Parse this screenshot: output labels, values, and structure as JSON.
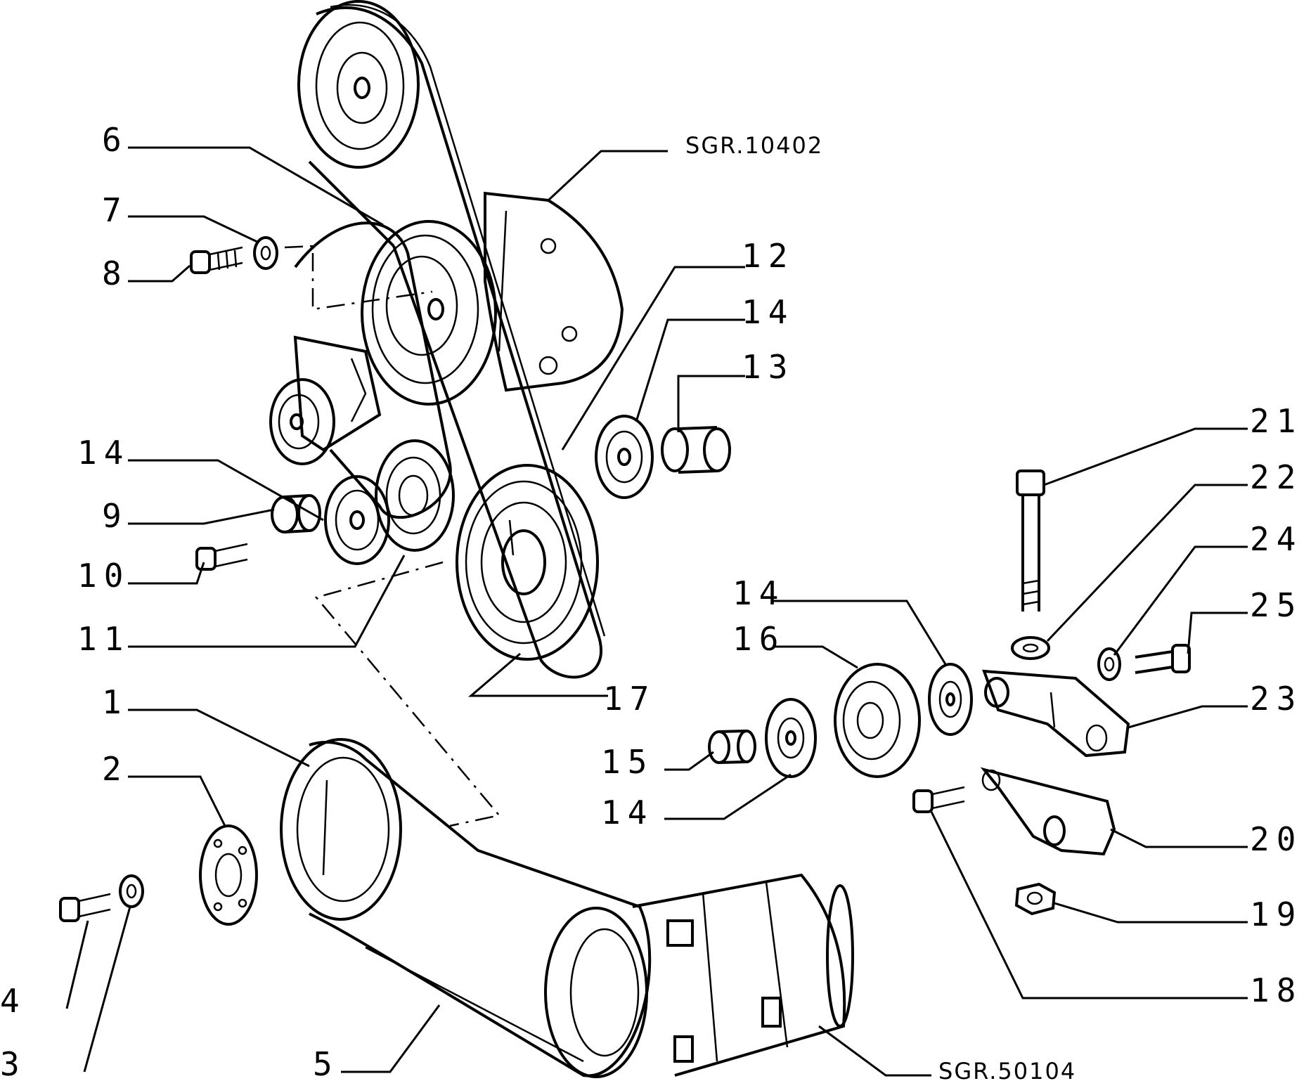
{
  "labels": {
    "l1": "1",
    "l2": "2",
    "l3": "3",
    "l4": "4",
    "l5": "5",
    "l6": "6",
    "l7": "7",
    "l8": "8",
    "l9": "9",
    "l10": "10",
    "l11": "11",
    "l12": "12",
    "l13": "13",
    "l14a": "14",
    "l14b": "14",
    "l14c": "14",
    "l14d": "14",
    "l15": "15",
    "l16": "16",
    "l17": "17",
    "l18": "18",
    "l19": "19",
    "l20": "20",
    "l21": "21",
    "l22": "22",
    "l23": "23",
    "l24": "24",
    "l25": "25"
  },
  "references": {
    "alternator": "SGR.10402",
    "compressor": "SGR.50104"
  }
}
